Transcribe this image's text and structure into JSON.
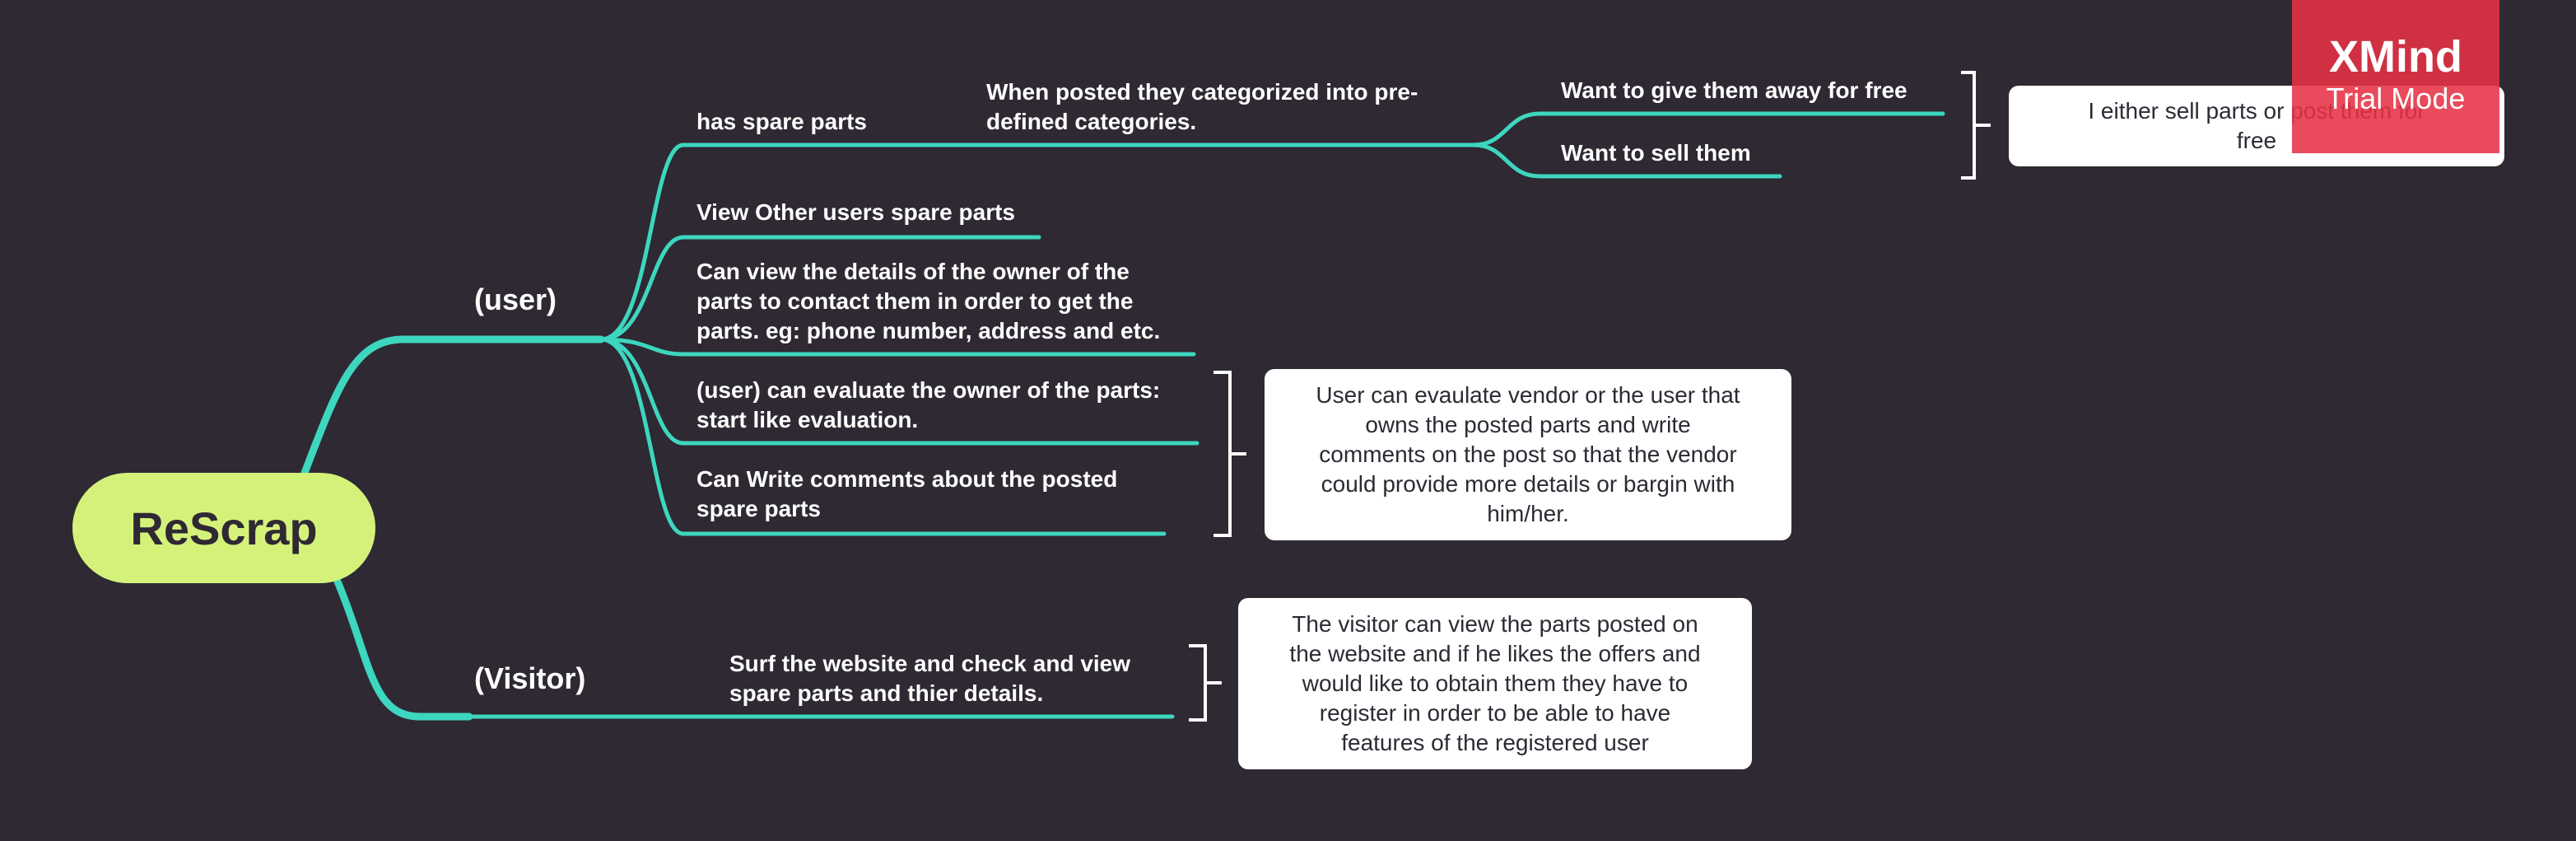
{
  "colors": {
    "background": "#2e2933",
    "branch_line": "#3dd6bf",
    "root_fill": "#d4f27a",
    "watermark": "#e63246"
  },
  "mindmap": {
    "root": "ReScrap",
    "user_branch": {
      "label": "(user)",
      "topics": {
        "spare_parts": "has spare parts",
        "categorized": "When posted they categorized into pre-\ndefined categories.",
        "give_away": "Want to give them away for free",
        "sell": "Want to sell them",
        "sell_summary": "I either sell parts or post them for\nfree",
        "view_other": "View Other users spare parts",
        "owner_details": "Can view the details of the owner of the\nparts to contact them in order to get the\nparts. eg: phone number, address and etc.",
        "evaluate": "(user) can evaluate the owner of the parts:\nstart like evaluation.",
        "comments": "Can Write comments about the posted\nspare parts",
        "evaluate_summary": "User can evaulate vendor or the user that\nowns the posted parts and write\ncomments on the post so that the vendor\ncould provide more details or bargin with\nhim/her."
      }
    },
    "visitor_branch": {
      "label": "(Visitor)",
      "topics": {
        "surf": "Surf the website and check and view\nspare parts and thier details.",
        "surf_summary": "The visitor can view the parts posted on\nthe website and if he likes the offers and\nwould like to obtain them they have to\nregister in order to be able to have\nfeatures of the registered user"
      }
    }
  },
  "watermark": {
    "title": "XMind",
    "subtitle": "Trial Mode"
  }
}
